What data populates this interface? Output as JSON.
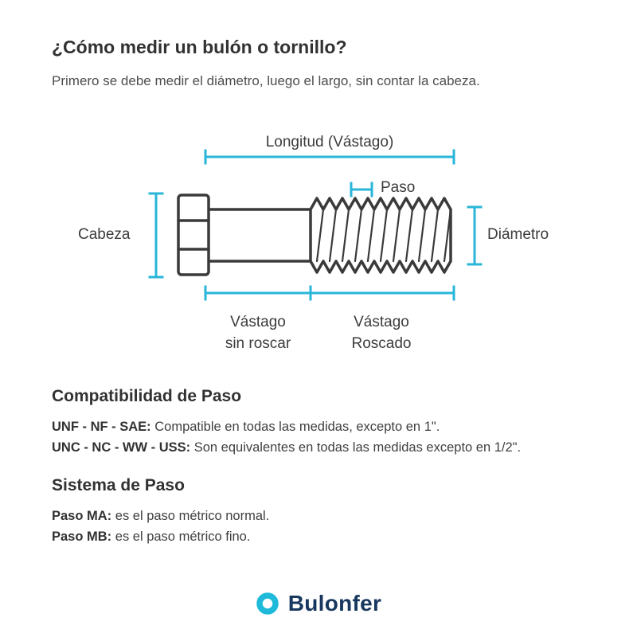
{
  "page": {
    "title": "¿Cómo medir un bulón o tornillo?",
    "subtitle": "Primero se debe medir el diámetro, luego el largo, sin contar la cabeza."
  },
  "diagram": {
    "labels": {
      "longitud": "Longitud (Vástago)",
      "paso": "Paso",
      "cabeza": "Cabeza",
      "diametro": "Diámetro",
      "vastago_sin_roscar": "Vástago\nsin roscar",
      "vastago_roscado": "Vástago\nRoscado"
    },
    "colors": {
      "measurement_accent": "#29b6d8",
      "bolt_outline": "#3a3a3a"
    }
  },
  "sections": [
    {
      "heading": "Compatibilidad de Paso",
      "items": [
        {
          "lead": "UNF - NF - SAE:",
          "text": " Compatible en todas las medidas, excepto en 1\"."
        },
        {
          "lead": "UNC - NC - WW - USS:",
          "text": " Son equivalentes en todas las medidas excepto en 1/2\"."
        }
      ]
    },
    {
      "heading": "Sistema de Paso",
      "items": [
        {
          "lead": "Paso MA:",
          "text": " es el paso métrico normal."
        },
        {
          "lead": "Paso MB:",
          "text": " es el paso métrico fino."
        }
      ]
    }
  ],
  "footer": {
    "brand": "Bulonfer",
    "brand_colors": {
      "icon": "#1fb9da",
      "text": "#17375e"
    }
  }
}
